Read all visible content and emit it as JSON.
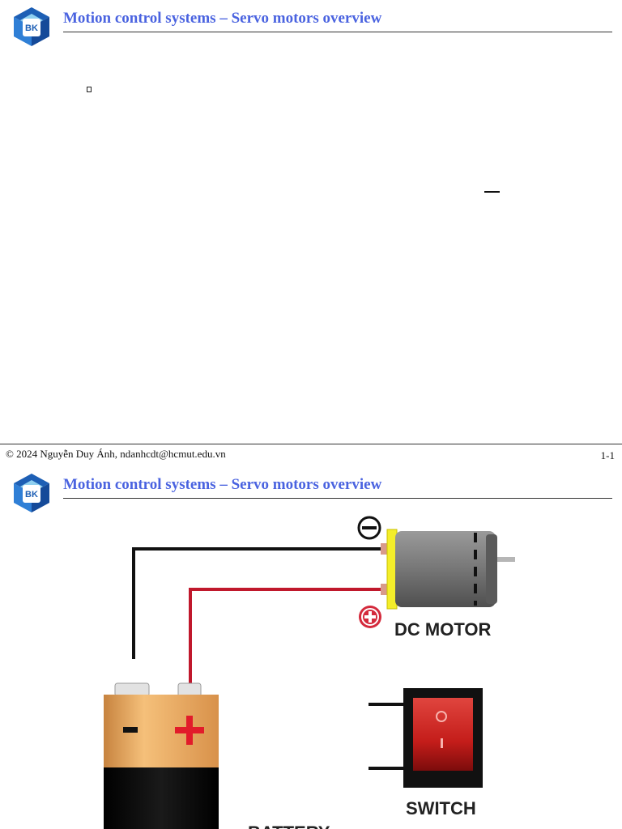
{
  "slide1": {
    "title": "Motion control systems – Servo motors overview",
    "dash_mark": "—",
    "footer": {
      "copyright": "© 2024 Nguyễn Duy Ánh, ndanhcdt@hcmut.edu.vn",
      "page_number": "1-1"
    }
  },
  "slide2": {
    "title": "Motion control systems – Servo motors overview",
    "diagram": {
      "motor_label": "DC MOTOR",
      "switch_label": "SWITCH",
      "battery_label": "BATTERY",
      "switch_off_symbol": "O",
      "switch_on_symbol": "I"
    }
  },
  "logo": {
    "text": "BK",
    "icon": "bk-university-logo"
  },
  "colors": {
    "title": "#4a63e0",
    "wire_negative": "#111111",
    "wire_positive": "#c0182c",
    "switch_red": "#d42a24",
    "battery_top": "#e9a55a",
    "motor_body": "#7c7c7c"
  }
}
